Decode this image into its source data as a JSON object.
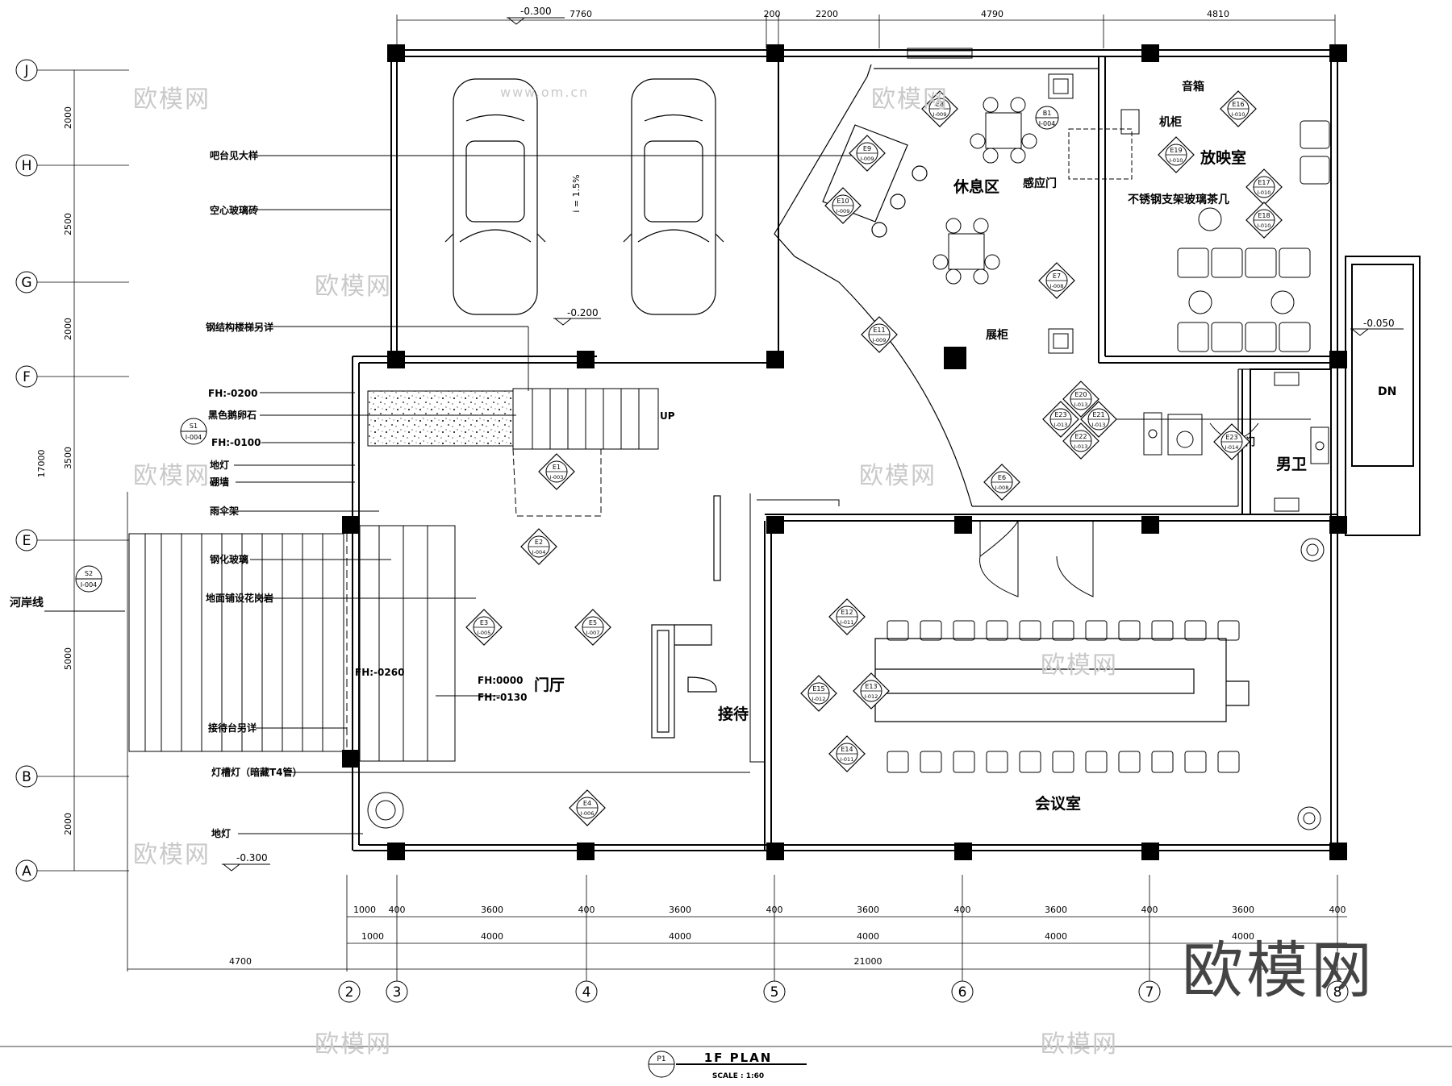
{
  "drawing": {
    "title": "1F PLAN",
    "scale": "SCALE : 1:60",
    "title_symbol": "P1",
    "watermark": "欧模网",
    "watermark_url": "www.om.cn"
  },
  "dimensions": {
    "top": [
      "7760",
      "200",
      "2200",
      "4790",
      "4810"
    ],
    "left": [
      "2000",
      "2500",
      "2000",
      "3500",
      "5000",
      "2000"
    ],
    "left_total": "17000",
    "bottom_row1": [
      "1000",
      "400",
      "3600",
      "400",
      "3600",
      "400",
      "3600",
      "400",
      "3600",
      "400",
      "3600",
      "400"
    ],
    "bottom_row2": [
      "1000",
      "4000",
      "4000",
      "4000",
      "4000",
      "4000"
    ],
    "bottom_row3": [
      "4700",
      "21000"
    ]
  },
  "grid_axes": {
    "rows": [
      "J",
      "H",
      "G",
      "F",
      "E",
      "B",
      "A"
    ],
    "cols": [
      "2",
      "3",
      "4",
      "5",
      "6",
      "7",
      "8"
    ]
  },
  "rooms": {
    "lounge": "休息区",
    "screening": "放映室",
    "toilet": "男卫",
    "lobby": "门厅",
    "meeting": "会议室",
    "reception": "接待"
  },
  "labels": {
    "bar_detail": "吧台见大样",
    "glass_brick": "空心玻璃砖",
    "steel_stair": "钢结构楼梯另详",
    "fh_0200": "FH:-0200",
    "black_pebble": "黑色鹅卵石",
    "fh_0100": "FH:-0100",
    "ground_light": "地灯",
    "moss_wall": "硼墙",
    "umbrella": "雨伞架",
    "tempered_glass": "钢化玻璃",
    "granite_floor": "地面铺设花岗岩",
    "riverbank": "河岸线",
    "fh_0260": "FH:-0260",
    "fh_0000": "FH:0000",
    "fh_0130": "FH:-0130",
    "reception_detail": "接待台另详",
    "t4_light": "灯槽灯（暗藏T4管）",
    "ground_light_2": "地灯",
    "up": "UP",
    "slope": "i = 1.5%",
    "level_m0300_top": "-0.300",
    "level_m0200": "-0.200",
    "level_m0050": "-0.050",
    "level_m0300_bottom": "-0.300",
    "dn": "DN",
    "sound_box": "音箱",
    "cabinet": "机柜",
    "sensor_door": "感应门",
    "tea_table": "不锈钢支架玻璃茶几",
    "display_cabinet": "展柜",
    "floor_drain": "地漏侧门"
  },
  "elevation_tags": [
    {
      "id": "E1",
      "ref": "I-003"
    },
    {
      "id": "E2",
      "ref": "I-004"
    },
    {
      "id": "E3",
      "ref": "I-005"
    },
    {
      "id": "E4",
      "ref": "I-006"
    },
    {
      "id": "E5",
      "ref": "I-007"
    },
    {
      "id": "E6",
      "ref": "I-008"
    },
    {
      "id": "E7",
      "ref": "I-008"
    },
    {
      "id": "E8",
      "ref": "I-009"
    },
    {
      "id": "E9",
      "ref": "I-009"
    },
    {
      "id": "E10",
      "ref": "I-009"
    },
    {
      "id": "E11",
      "ref": "I-009"
    },
    {
      "id": "E12",
      "ref": "I-011"
    },
    {
      "id": "E13",
      "ref": "I-012"
    },
    {
      "id": "E14",
      "ref": "I-011"
    },
    {
      "id": "E15",
      "ref": "I-012"
    },
    {
      "id": "E16",
      "ref": "I-010"
    },
    {
      "id": "E17",
      "ref": "I-010"
    },
    {
      "id": "E18",
      "ref": "I-010"
    },
    {
      "id": "E19",
      "ref": "I-010"
    },
    {
      "id": "E20",
      "ref": "I-013"
    },
    {
      "id": "E21",
      "ref": "I-013"
    },
    {
      "id": "E22",
      "ref": "I-013"
    },
    {
      "id": "E23",
      "ref": "I-013"
    },
    {
      "id": "E23",
      "ref": "I-014"
    }
  ],
  "section_tags": [
    {
      "id": "S1",
      "ref": "I-004"
    },
    {
      "id": "S2",
      "ref": "I-004"
    },
    {
      "id": "B1",
      "ref": "I-004"
    }
  ],
  "colors": {
    "ink": "#000000",
    "watermark": "#c9c9c9"
  }
}
